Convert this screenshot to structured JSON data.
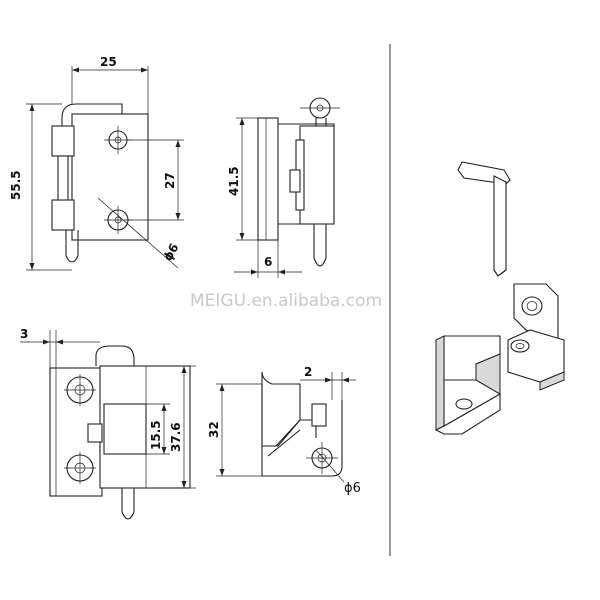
{
  "watermark": "MEIGU.en.alibaba.com",
  "dimensions": {
    "width_top": "25",
    "height_total": "55.5",
    "hole_spacing": "27",
    "hole_dia_front": "ϕ6",
    "side_height": "41.5",
    "side_thickness": "6",
    "offset_small": "3",
    "slot_height": "15.5",
    "open_height": "37.6",
    "leaf_height": "32",
    "gap": "2",
    "hole_dia_side": "ϕ6"
  },
  "colors": {
    "line": "#222222",
    "shade": "#d9d9d9",
    "watermark": "#c9c9c9"
  }
}
